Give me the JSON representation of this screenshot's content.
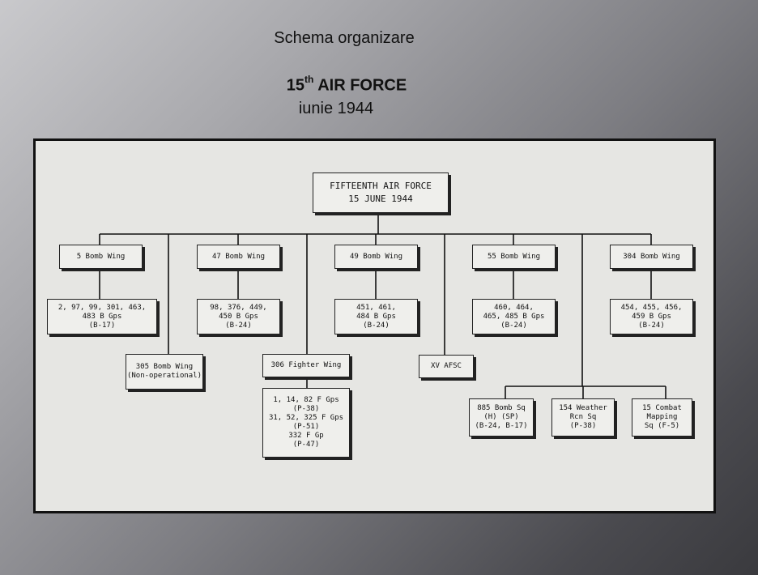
{
  "slide": {
    "title": "Schema organizare",
    "af_main": "15",
    "af_sup": "th",
    "af_rest": " AIR FORCE",
    "date": "iunie 1944"
  },
  "chart": {
    "top": [
      "FIFTEENTH AIR FORCE",
      "15 JUNE 1944"
    ],
    "wings": [
      [
        "5 Bomb Wing"
      ],
      [
        "47 Bomb Wing"
      ],
      [
        "49 Bomb Wing"
      ],
      [
        "55 Bomb Wing"
      ],
      [
        "304 Bomb Wing"
      ]
    ],
    "groups": [
      [
        "2, 97, 99, 301, 463,",
        "483 B Gps",
        "(B-17)"
      ],
      [
        "98, 376, 449,",
        "450 B Gps",
        "(B-24)"
      ],
      [
        "451, 461,",
        "484 B Gps",
        "(B-24)"
      ],
      [
        "460, 464,",
        "465, 485 B Gps",
        "(B-24)"
      ],
      [
        "454, 455, 456,",
        "459 B Gps",
        "(B-24)"
      ]
    ],
    "wing305": [
      "305 Bomb Wing",
      "(Non-operational)"
    ],
    "wing306": [
      "306 Fighter Wing"
    ],
    "fighters": [
      "1, 14, 82 F Gps",
      "(P-38)",
      "31, 52, 325 F Gps",
      "(P-51)",
      "332 F Gp",
      "(P-47)"
    ],
    "afsc": [
      "XV AFSC"
    ],
    "sq885": [
      "885 Bomb Sq",
      "(H) (SP)",
      "(B-24, B-17)"
    ],
    "sq154": [
      "154 Weather",
      "Rcn Sq",
      "(P-38)"
    ],
    "sq15": [
      "15 Combat",
      "Mapping",
      "Sq (F-5)"
    ]
  }
}
